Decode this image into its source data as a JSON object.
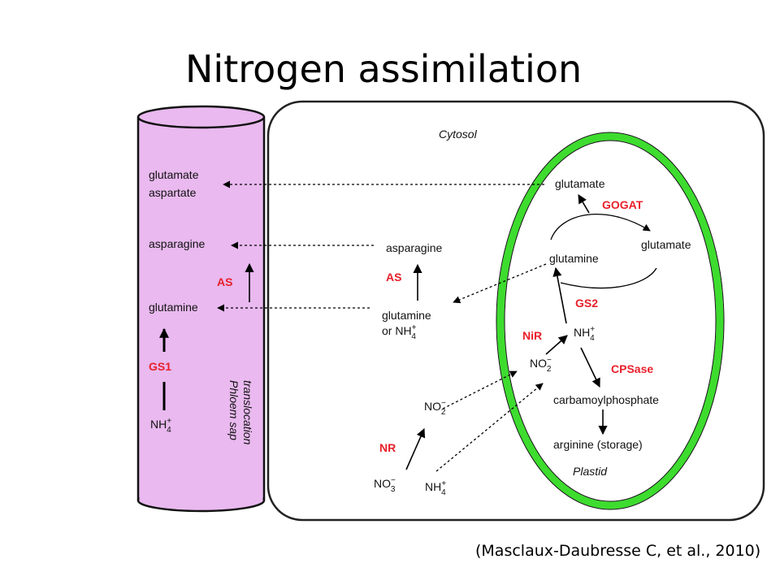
{
  "title": "Nitrogen assimilation",
  "citation": "(Masclaux-Daubresse C, et al., 2010)",
  "colors": {
    "phloem_fill": "#e9b9ef",
    "plastid_border": "#3ddc2e",
    "enzyme_label": "#e8202a"
  },
  "regions": {
    "cytosol": "Cytosol",
    "plastid": "Plastid",
    "phloem_line1": "Phloem sap",
    "phloem_line2": "translocation"
  },
  "phloem": {
    "glutamate": "glutamate",
    "aspartate": "aspartate",
    "asparagine": "asparagine",
    "glutamine": "glutamine",
    "nh4": "NH",
    "nh4_sub": "4",
    "nh4_sup": "+",
    "enzyme_as": "AS",
    "enzyme_gs1": "GS1"
  },
  "cytosol": {
    "asparagine": "asparagine",
    "enzyme_as": "AS",
    "glutamine": "glutamine",
    "or_nh4": "or NH",
    "nh4_sub": "4",
    "nh4_sup": "+",
    "no2": "NO",
    "no2_sub": "2",
    "no2_sup": "−",
    "no3": "NO",
    "no3_sub": "3",
    "no3_sup": "−",
    "nh4": "NH",
    "enzyme_nr": "NR"
  },
  "plastid_items": {
    "glutamate_top": "glutamate",
    "enzyme_gogat": "GOGAT",
    "glutamate_right": "glutamate",
    "glutamine": "glutamine",
    "enzyme_gs2": "GS2",
    "nh4": "NH",
    "nh4_sub": "4",
    "nh4_sup": "+",
    "enzyme_nir": "NiR",
    "no2": "NO",
    "no2_sub": "2",
    "no2_sup": "−",
    "enzyme_cpsase": "CPSase",
    "carbamoylphosphate": "carbamoylphosphate",
    "arginine": "arginine (storage)"
  }
}
